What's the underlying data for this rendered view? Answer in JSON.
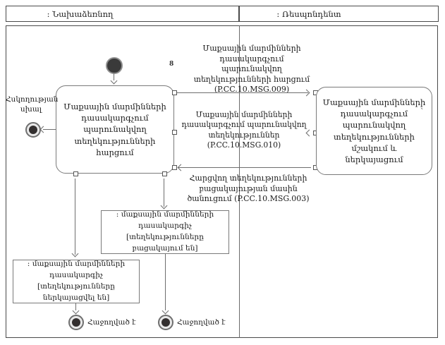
{
  "header": {
    "initiator_label": ": Նախաձեռնող",
    "respondent_label": ": Ռեսպոնդենտ"
  },
  "activities": {
    "request": "Մաքսային մարմինների\nդասակարգչում\nպարունակվող\nտեղեկությունների հարցում",
    "process": "Մաքսային մարմինների\nդասակարգչում պարունակվող\nտեղեկությունների մշակում և\nներկայացում",
    "process_mark": "՝"
  },
  "messages": {
    "msg009": "Մաքսային մարմինների\nդասակարգչում պարունակվող\nտեղեկությունների հարցում\n(P.CC.10.MSG.009)",
    "msg009_mark": "8",
    "msg010": "Մաքսային մարմինների\nդասակարգչում պարունակվող\nտեղեկություններ (P.CC.10.MSG.010)",
    "msg003": "Հարցվող տեղեկությունների\nբացակայության մասին\nծանուցում (P.CC.10.MSG.003)"
  },
  "states": {
    "absent": ": մաքսային մարմինների դասակարգիչ\n[տեղեկությունները բացակայում են]",
    "presented": ": մաքսային մարմինների\nդասակարգիչ [տեղեկությունները\nներկայացվել են]"
  },
  "terminals": {
    "error_label": "Հսկողության\nսխալ",
    "success_left_label": "Հաջողված է",
    "success_right_label": "Հաջողված է"
  },
  "colors": {
    "line": "#6e6e6e",
    "box_border": "#7a7a7a",
    "frame_border": "#4a4a4a",
    "node_fill": "#3a3a3a",
    "text": "#1b1b1b",
    "background": "#ffffff"
  }
}
